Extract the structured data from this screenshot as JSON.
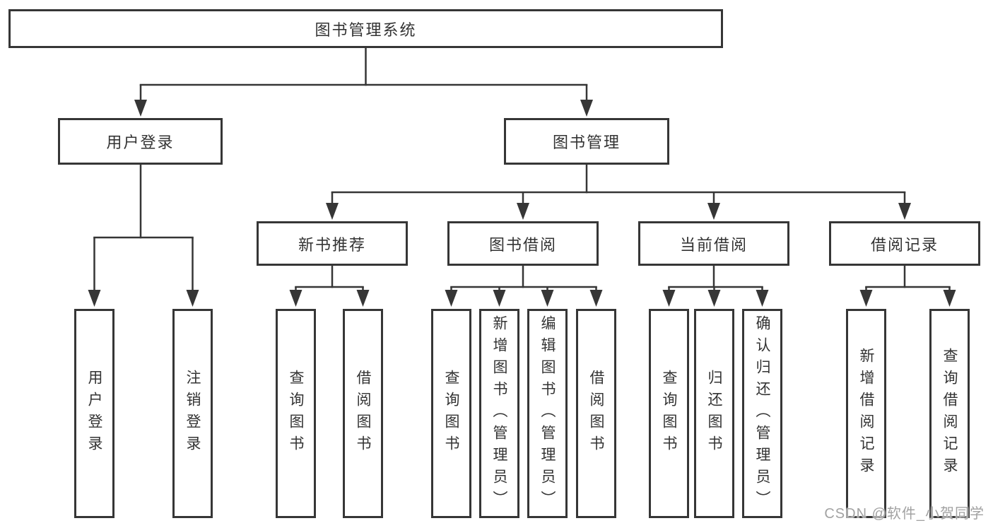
{
  "diagram": {
    "title": "图书管理系统",
    "branches": [
      {
        "label": "用户登录",
        "children": [
          {
            "label": "用户登录"
          },
          {
            "label": "注销登录"
          }
        ]
      },
      {
        "label": "图书管理",
        "children": [
          {
            "label": "新书推荐",
            "children": [
              {
                "label": "查询图书"
              },
              {
                "label": "借阅图书"
              }
            ]
          },
          {
            "label": "图书借阅",
            "children": [
              {
                "label": "查询图书"
              },
              {
                "label": "新增图书（管理员）"
              },
              {
                "label": "编辑图书（管理员）"
              },
              {
                "label": "借阅图书"
              }
            ]
          },
          {
            "label": "当前借阅",
            "children": [
              {
                "label": "查询图书"
              },
              {
                "label": "归还图书"
              },
              {
                "label": "确认归还（管理员）"
              }
            ]
          },
          {
            "label": "借阅记录",
            "children": [
              {
                "label": "新增借阅记录"
              },
              {
                "label": "查询借阅记录"
              }
            ]
          }
        ]
      }
    ]
  },
  "colors": {
    "line": "#363636",
    "text": "#333333",
    "watermark": "#a2a2a2"
  },
  "watermark": "CSDN @软件_小贺同学"
}
